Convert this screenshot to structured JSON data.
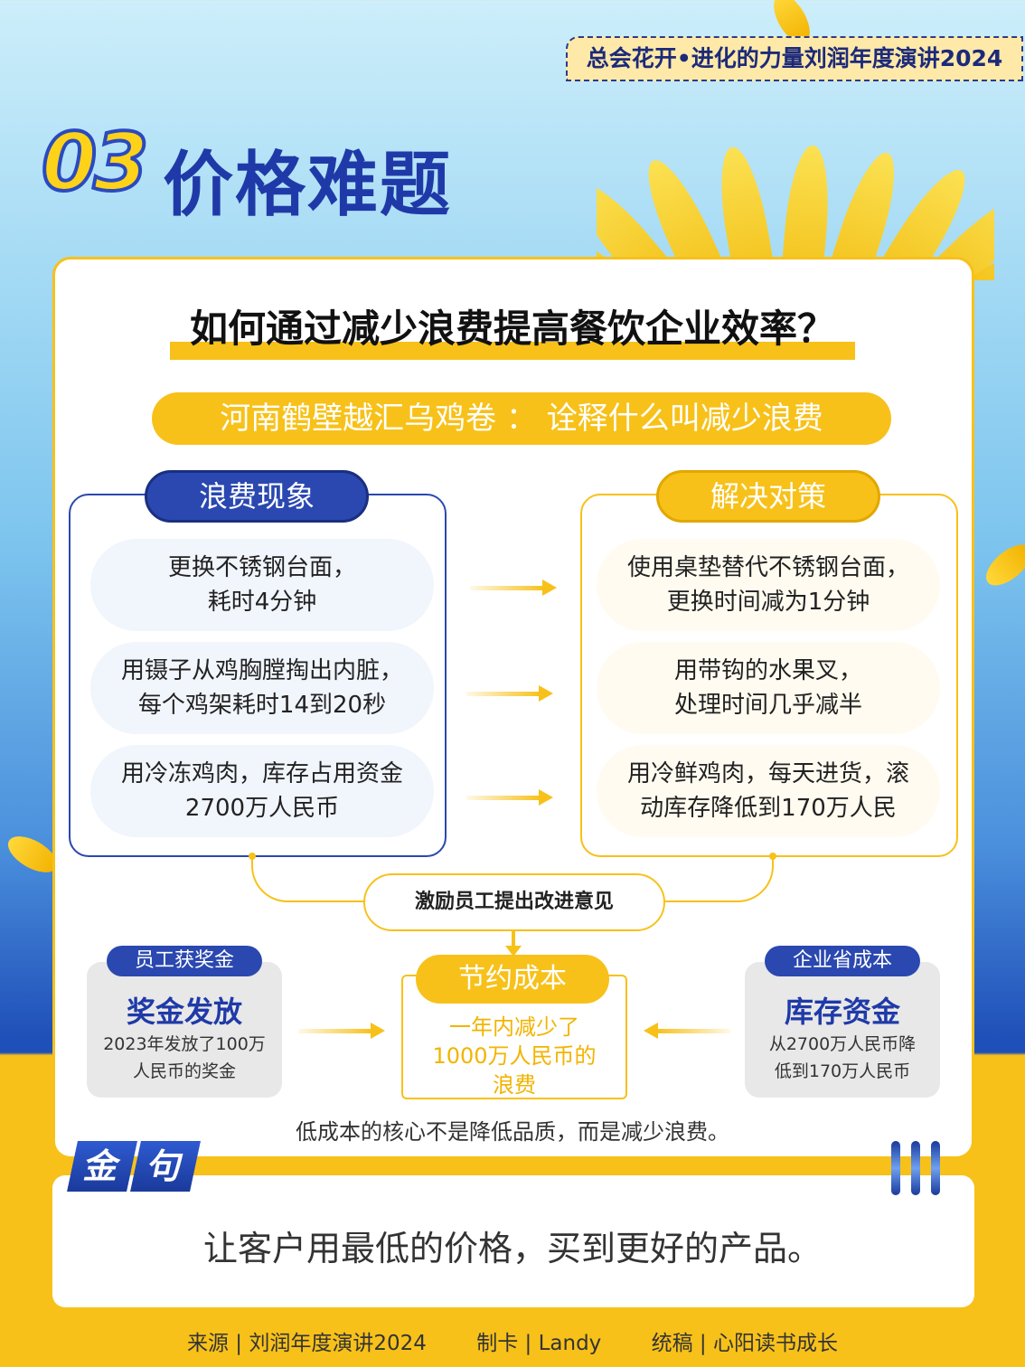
{
  "header": {
    "tag": "总会花开•进化的力量刘润年度演讲2024",
    "section_number": "03",
    "section_title": "价格难题"
  },
  "card": {
    "question": "如何通过减少浪费提高餐饮企业效率？",
    "case_title": "河南鹤壁越汇乌鸡卷 ： 诠释什么叫减少浪费"
  },
  "waste": {
    "title": "浪费现象",
    "items": [
      {
        "line1": "更换不锈钢台面，",
        "line2": "耗时4分钟"
      },
      {
        "line1": "用镊子从鸡胸膛掏出内脏，",
        "line2": "每个鸡架耗时14到20秒"
      },
      {
        "line1": "用冷冻鸡肉，库存占用资金",
        "line2": "2700万人民币"
      }
    ]
  },
  "solution": {
    "title": "解决对策",
    "items": [
      {
        "line1": "使用桌垫替代不锈钢台面，",
        "line2": "更换时间减为1分钟"
      },
      {
        "line1": "用带钩的水果叉，",
        "line2": "处理时间几乎减半"
      },
      {
        "line1": "用冷鲜鸡肉，每天进货，滚",
        "line2": "动库存降低到170万人民"
      }
    ]
  },
  "incentive": "激励员工提出改进意见",
  "left_box": {
    "tag": "员工获奖金",
    "big": "奖金发放",
    "line1": "2023年发放了100万",
    "line2": "人民币的奖金"
  },
  "right_box": {
    "tag": "企业省成本",
    "big": "库存资金",
    "line1": "从2700万人民币降",
    "line2": "低到170万人民币"
  },
  "center": {
    "title": "节约成本",
    "line1": "一年内减少了",
    "line2": "1000万人民币的",
    "line3": "浪费"
  },
  "core_line": "低成本的核心不是降低品质，而是减少浪费。",
  "quote": {
    "tag1": "金",
    "tag2": "句",
    "text": "让客户用最低的价格，买到更好的产品。"
  },
  "footer": {
    "source": "来源 | 刘润年度演讲2024",
    "maker": "制卡 |   Landy",
    "editor": "统稿 |  心阳读书成长"
  },
  "colors": {
    "brand_blue": "#2a48b0",
    "brand_yellow": "#f7c11a"
  }
}
